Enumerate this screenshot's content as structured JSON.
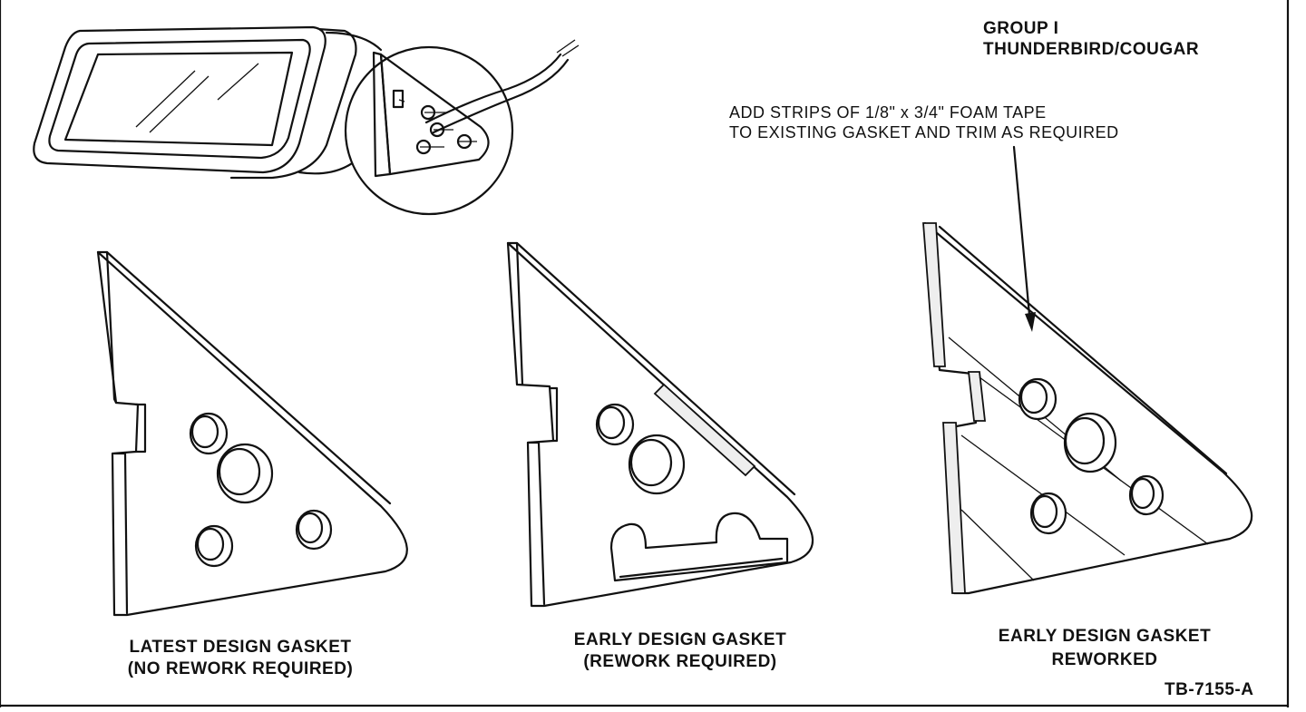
{
  "header": {
    "group_line1": "GROUP I",
    "group_line2": "THUNDERBIRD/COUGAR"
  },
  "annotation": {
    "line1": "ADD STRIPS OF 1/8\" x 3/4\" FOAM TAPE",
    "line2": "TO EXISTING GASKET AND TRIM AS REQUIRED"
  },
  "gaskets": [
    {
      "title": "LATEST DESIGN GASKET",
      "subtitle": "(NO REWORK REQUIRED)"
    },
    {
      "title": "EARLY DESIGN GASKET",
      "subtitle": "(REWORK REQUIRED)"
    },
    {
      "title": "EARLY DESIGN GASKET",
      "subtitle": "REWORKED"
    }
  ],
  "figure_id": "TB-7155-A"
}
